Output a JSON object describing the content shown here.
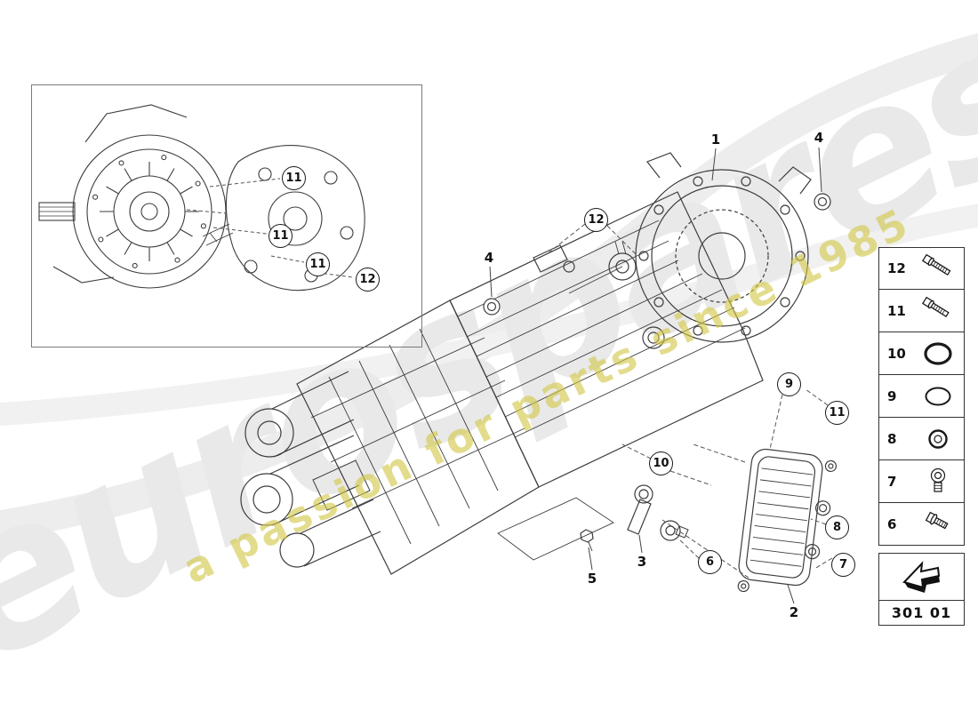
{
  "watermark": {
    "brand": "eurospares",
    "tagline": "a passion for parts since 1985"
  },
  "inset_callouts": [
    {
      "label": "11"
    },
    {
      "label": "11"
    },
    {
      "label": "11"
    },
    {
      "label": "12"
    }
  ],
  "main_callouts": {
    "circled": [
      {
        "label": "12"
      },
      {
        "label": "9"
      },
      {
        "label": "11"
      },
      {
        "label": "10"
      },
      {
        "label": "8"
      },
      {
        "label": "7"
      },
      {
        "label": "6"
      }
    ],
    "plain": [
      {
        "label": "1"
      },
      {
        "label": "4"
      },
      {
        "label": "4"
      },
      {
        "label": "3"
      },
      {
        "label": "5"
      },
      {
        "label": "2"
      }
    ]
  },
  "legend": {
    "items": [
      {
        "number": "12",
        "icon": "hex-bolt-long-icon"
      },
      {
        "number": "11",
        "icon": "hex-bolt-long-icon"
      },
      {
        "number": "10",
        "icon": "o-ring-large-icon"
      },
      {
        "number": "9",
        "icon": "o-ring-icon"
      },
      {
        "number": "8",
        "icon": "seal-washer-icon"
      },
      {
        "number": "7",
        "icon": "screw-plug-icon"
      },
      {
        "number": "6",
        "icon": "hex-flange-bolt-icon"
      }
    ]
  },
  "code_box": {
    "code": "301 01"
  }
}
